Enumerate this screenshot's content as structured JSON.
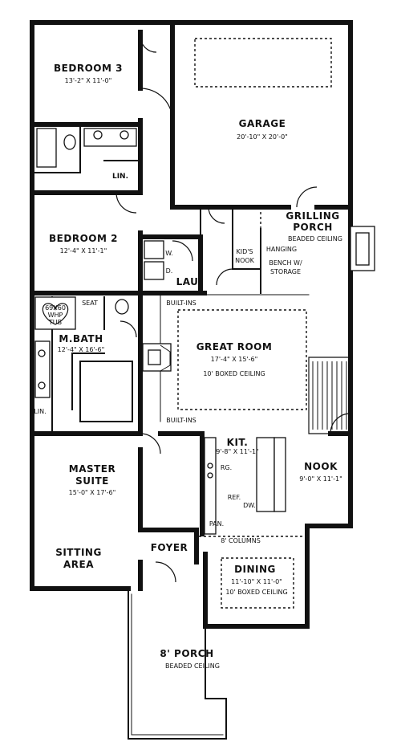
{
  "rooms": {
    "bedroom3": {
      "name": "BEDROOM 3",
      "dims": "13'-2\" X 11'-0\""
    },
    "garage": {
      "name": "GARAGE",
      "dims": "20'-10\" X 20'-0\""
    },
    "grilling_porch": {
      "name1": "GRILLING",
      "name2": "PORCH",
      "note": "BEADED CEILING"
    },
    "bedroom2": {
      "name": "BEDROOM 2",
      "dims": "12'-4\" X 11'-1\""
    },
    "lau": {
      "name": "LAU."
    },
    "kids_nook": {
      "line1": "KID'S",
      "line2": "NOOK"
    },
    "great_room": {
      "name": "GREAT ROOM",
      "dims": "17'-4\" X 15'-6\"",
      "ceiling": "10' BOXED CEILING"
    },
    "mbath": {
      "name": "M.BATH",
      "dims": "12'-4\" X 16'-6\""
    },
    "kit": {
      "name": "KIT.",
      "dims": "9'-8\" X 11'-1\""
    },
    "nook": {
      "name": "NOOK",
      "dims": "9'-0\" X 11'-1\""
    },
    "master_suite": {
      "name1": "MASTER",
      "name2": "SUITE",
      "dims": "15'-0\" X 17'-6\""
    },
    "sitting": {
      "name1": "SITTING",
      "name2": "AREA"
    },
    "foyer": {
      "name": "FOYER"
    },
    "dining": {
      "name": "DINING",
      "dims": "11'-10\" X 11'-0\"",
      "ceiling": "10' BOXED CEILING"
    },
    "porch": {
      "name": "8' PORCH",
      "note": "BEADED CEILING"
    }
  },
  "labels": {
    "lin_top": "LIN.",
    "lin_bath": "LIN.",
    "w": "W.",
    "d": "D.",
    "hanging": "HANGING",
    "bench1": "BENCH W/",
    "bench2": "STORAGE",
    "seat": "SEAT",
    "tub1": "69X60",
    "tub2": "WHP",
    "tub3": "TUB",
    "builtins_top": "BUILT-INS",
    "builtins_bottom": "BUILT-INS",
    "rg": "RG.",
    "ref": "REF.",
    "dw": "DW.",
    "pan": "PAN.",
    "columns": "8' COLUMNS"
  }
}
